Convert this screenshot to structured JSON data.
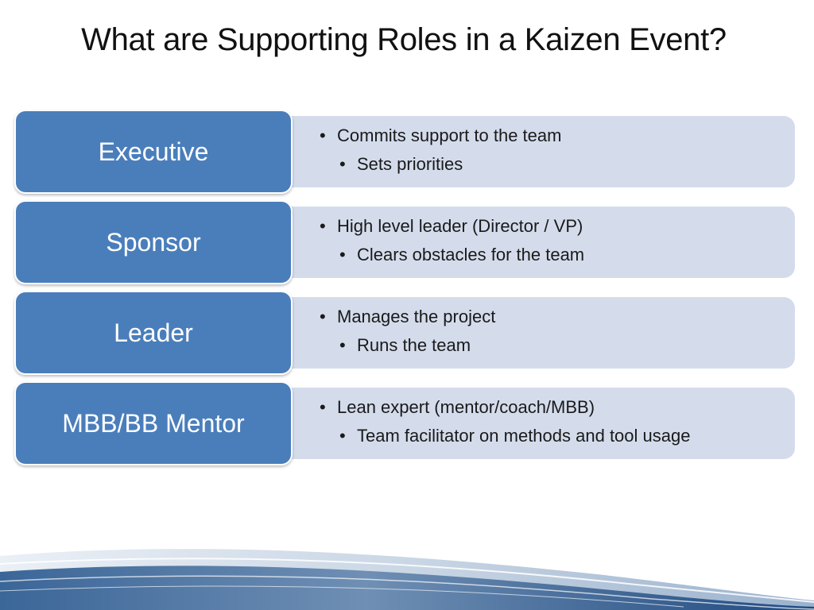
{
  "slide": {
    "title": "What are Supporting Roles in a Kaizen Event?",
    "roles": [
      {
        "name": "Executive",
        "bullets": [
          "Commits support to the team",
          "Sets priorities"
        ]
      },
      {
        "name": "Sponsor",
        "bullets": [
          "High level leader (Director / VP)",
          "Clears obstacles for the team"
        ]
      },
      {
        "name": "Leader",
        "bullets": [
          "Manages the project",
          "Runs the team"
        ]
      },
      {
        "name": "MBB/BB Mentor",
        "bullets": [
          "Lean expert (mentor/coach/MBB)",
          "Team facilitator on methods and tool usage"
        ]
      }
    ]
  },
  "colors": {
    "role_box": "#4a7ebb",
    "detail_card": "#d4dcec",
    "swoosh_dark": "#2f5a8c",
    "swoosh_light": "#a9bdd4"
  }
}
